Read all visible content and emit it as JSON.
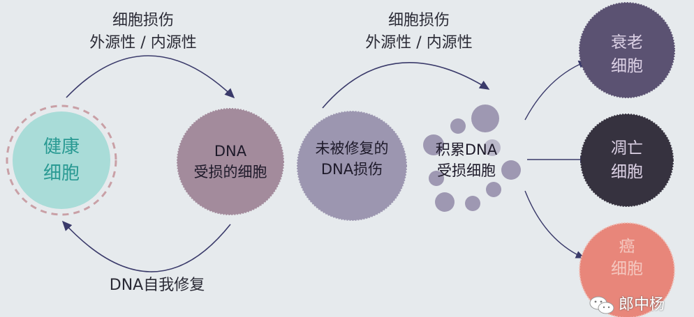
{
  "top_left": {
    "line1": "细胞损伤",
    "line2": "外源性 / 内源性"
  },
  "top_right": {
    "line1": "细胞损伤",
    "line2": "外源性 / 内源性"
  },
  "bottom": {
    "label": "DNA自我修复"
  },
  "cells": {
    "healthy": {
      "line1": "健康",
      "line2": "细胞",
      "color": "#a9dcd8"
    },
    "damaged": {
      "line1": "DNA",
      "line2": "受损的细胞",
      "color": "#a38b9c"
    },
    "unrepaired": {
      "line1": "未被修复的",
      "line2": "DNA损伤",
      "color": "#9c96b0"
    },
    "accumulated": {
      "line1": "积累DNA",
      "line2": "受损细胞",
      "color": "#9e98b2"
    },
    "senescent": {
      "line1": "衰老",
      "line2": "细胞",
      "color": "#5b5272"
    },
    "apoptotic": {
      "line1": "凋亡",
      "line2": "细胞",
      "color": "#36323f"
    },
    "cancer": {
      "line1": "癌",
      "line2": "细胞",
      "color": "#e8867a"
    }
  },
  "watermark": {
    "text": "郎中杨"
  }
}
